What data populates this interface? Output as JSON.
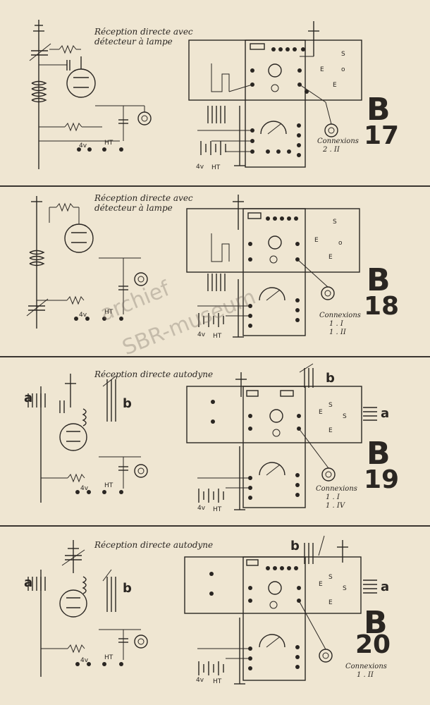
{
  "panels": [
    {
      "title_line1": "Réception directe avec",
      "title_line2": "détecteur à lampe",
      "code_letter": "B",
      "code_number": "17",
      "connexions_label": "Connexions",
      "connexions_values": [
        "2 . II"
      ],
      "terminal_label_4v": "4v",
      "terminal_label_ht": "HT",
      "coil_labels": []
    },
    {
      "title_line1": "Réception directe avec",
      "title_line2": "détecteur à lampe",
      "code_letter": "B",
      "code_number": "18",
      "connexions_label": "Connexions",
      "connexions_values": [
        "1 . I",
        "1 . II"
      ],
      "terminal_label_4v": "4v",
      "terminal_label_ht": "HT",
      "coil_labels": []
    },
    {
      "title_line1": "Réception directe autodyne",
      "title_line2": "",
      "code_letter": "B",
      "code_number": "19",
      "connexions_label": "Connexions",
      "connexions_values": [
        "1 . I",
        "1 . IV"
      ],
      "terminal_label_4v": "4v",
      "terminal_label_ht": "HT",
      "coil_labels": [
        "a",
        "b"
      ]
    },
    {
      "title_line1": "Réception directe autodyne",
      "title_line2": "",
      "code_letter": "B",
      "code_number": "20",
      "connexions_label": "Connexions",
      "connexions_values": [
        "1 . II"
      ],
      "terminal_label_4v": "4v",
      "terminal_label_ht": "HT",
      "coil_labels": [
        "a",
        "b"
      ]
    }
  ],
  "panel_labels": {
    "E": "E",
    "S": "S",
    "O": "o"
  },
  "watermark": {
    "line1": "archief",
    "line2": "SBR-museum"
  }
}
